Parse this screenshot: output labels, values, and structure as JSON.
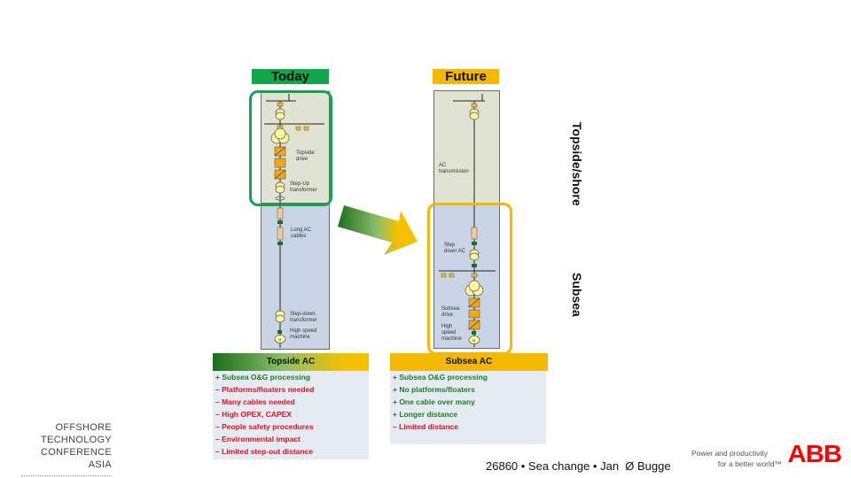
{
  "today": {
    "title": "Today",
    "title_bg": "#12a54a",
    "labels": {
      "topside_drive": "Topside drive",
      "step_up": "Step-Up transformer",
      "long_ac": "Long AC cables",
      "step_down": "Step-down transformer",
      "machine": "High speed machine"
    }
  },
  "future": {
    "title": "Future",
    "title_bg": "#f5b800",
    "labels": {
      "ac_transmission": "AC transmission",
      "step_down_ac": "Step down AC",
      "subsea_drive": "Subsea drive",
      "machine": "High speed machine"
    }
  },
  "side_labels": {
    "topside": "Topside/shore",
    "subsea": "Subsea"
  },
  "topside_list": {
    "title": "Topside AC",
    "items": [
      {
        "sign": "+",
        "text": "+ Subsea O&G processing",
        "kind": "pro"
      },
      {
        "sign": "-",
        "text": "– Platforms/floaters needed",
        "kind": "con"
      },
      {
        "sign": "-",
        "text": "– Many cables needed",
        "kind": "con"
      },
      {
        "sign": "-",
        "text": "– High OPEX, CAPEX",
        "kind": "con"
      },
      {
        "sign": "-",
        "text": "– People safety  procedures",
        "kind": "con"
      },
      {
        "sign": "-",
        "text": "– Environmental impact",
        "kind": "con"
      },
      {
        "sign": "-",
        "text": "– Limited step-out distance",
        "kind": "con"
      }
    ]
  },
  "subsea_list": {
    "title": "Subsea AC",
    "items": [
      {
        "sign": "+",
        "text": "+ Subsea O&G processing",
        "kind": "pro"
      },
      {
        "sign": "+",
        "text": "+ No platforms/floaters",
        "kind": "pro"
      },
      {
        "sign": "+",
        "text": "+ One cable over many",
        "kind": "pro"
      },
      {
        "sign": "+",
        "text": "+ Longer distance",
        "kind": "pro"
      },
      {
        "sign": "-",
        "text": "– Limited distance",
        "kind": "con"
      }
    ]
  },
  "footer": {
    "conference": [
      "OFFSHORE",
      "TECHNOLOGY",
      "CONFERENCE",
      "ASIA"
    ],
    "caption": "26860 • Sea change • Jan  Ø Bugge",
    "tagline_1": "Power and productivity",
    "tagline_2": "for a better world™",
    "logo": "ABB"
  },
  "colors": {
    "green": "#12a54a",
    "yellow": "#f5b800",
    "abb_red": "#ff0000"
  }
}
